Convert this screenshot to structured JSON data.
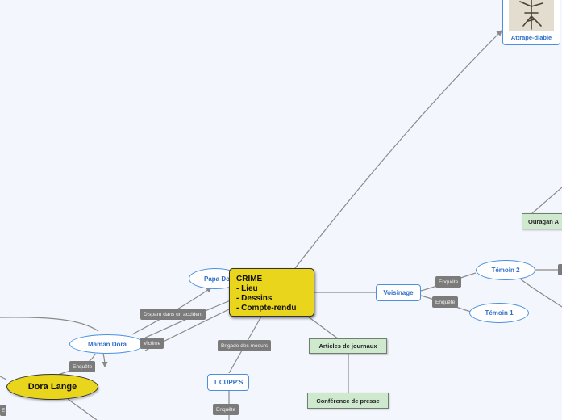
{
  "central": {
    "lines": [
      "CRIME",
      "- Lieu",
      "- Dessins",
      "- Compte-rendu"
    ]
  },
  "nodes": {
    "papa_dora": "Papa Do",
    "maman_dora": "Maman Dora",
    "dora_lange": "Dora Lange",
    "voisinage": "Voisinage",
    "temoin_2": "Témoin 2",
    "temoin_1": "Témoin 1",
    "t_cupps": "T CUPP'S",
    "attrape_diable": "Attrape-diable",
    "articles": "Articles de journaux",
    "conference": "Conférence de presse",
    "ouragan": "Ouragan A"
  },
  "labels": {
    "disparu": "Disparu dans un accident",
    "victime": "Victime",
    "enquete_maman": "Enquête",
    "brigade": "Brigade des moeurs",
    "enquete_voisinage_1": "Enquête",
    "enquete_voisinage_2": "Enquête",
    "enquete_tcupps": "Enquête",
    "edge_left": "E"
  },
  "colors": {
    "line": "#8a8a8a",
    "bubble_border": "#4a90e2",
    "yellow": "#e8d51c",
    "green": "#cfe9cf",
    "pill": "#7b7b7b"
  }
}
